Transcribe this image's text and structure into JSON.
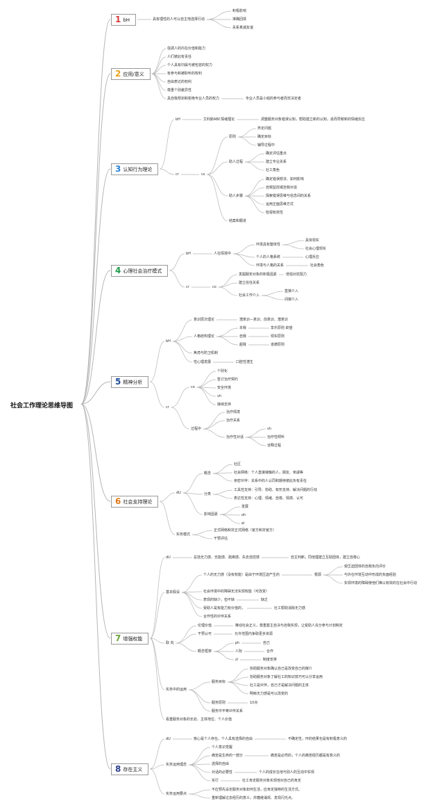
{
  "title": "社会工作理论思维导图",
  "colors": {
    "link": "#b5b5b5",
    "num1": "#d63a3a",
    "num2": "#e9a21a",
    "num3": "#2b86d6",
    "num4": "#1f9a4a",
    "num5": "#1d4c96",
    "num6": "#e07a18",
    "num7": "#6aa53a",
    "num8": "#2a3f8a"
  },
  "topics": [
    {
      "num": "1",
      "label": "bH"
    },
    {
      "num": "2",
      "label": "应用/意义"
    },
    {
      "num": "3",
      "label": "认知行为理论"
    },
    {
      "num": "4",
      "label": "心理社会治疗模式"
    },
    {
      "num": "5",
      "label": "精神分析"
    },
    {
      "num": "6",
      "label": "社会支持理论"
    },
    {
      "num": "7",
      "label": "增强权能"
    },
    {
      "num": "8",
      "label": "存在主义"
    }
  ],
  "nodes": {
    "b1": {
      "main": "具有理性的人可以自主地选择行动",
      "c1": "积极影响",
      "c2": "准确回馈",
      "c3": "关系真诚友谊"
    },
    "b2": {
      "items": [
        "强调人的内在价值和能力",
        "人们彼此有责任",
        "个人具有归属与被包容的权力",
        "有参与和被聆听的权利",
        "自由表达的权利",
        "尊重个别差异性",
        "具自我规划和拒绝专业人员的权力"
      ],
      "extra": "专业人员是小组的参与者而非决定者"
    },
    "b3": {
      "bh": "bH",
      "bh_a": "艾利斯ABC情绪理论",
      "bh_b": "调整服务对象错误认知，帮助建立新的认知，进而导致新的情绪反应",
      "cr": "cr",
      "cs": "cs",
      "principle": "原则",
      "p": [
        "界定问题",
        "确定目标",
        "辅导过程中"
      ],
      "help": "助人过程",
      "h": [
        "确定评估重点",
        "建立专业关系",
        "社工角色"
      ],
      "steps": "助人步骤",
      "s": [
        "确定错误想法、如何影响",
        "自我监控或自我对话",
        "探索错误思维与信念间的关系",
        "运用正面思维方式",
        "检视有效性"
      ],
      "end": "结案和跟进"
    },
    "b4": {
      "bh": "bH",
      "pis": "人在情境中",
      "env": "环境具有整体性",
      "env1": "具体现实",
      "env2": "社会心理现实",
      "ind": "个人的人格系统",
      "ind1": "心理反应",
      "rel": "环境与人格的关系",
      "rel1": "社会角色",
      "cr": "cr",
      "co": "co",
      "c1": "发掘服务对象的积极因素",
      "c1a": "增强对抗阻力",
      "c2": "建立信任关系",
      "c3": "社会工作介入",
      "c3a": "直接介入",
      "c3b": "间接介入"
    },
    "b5": {
      "bh": "bH",
      "l1": "意识层次理论",
      "l1a": "潜意识—意识、前意识、潜意识",
      "l2": "人格结构理论",
      "benw": "本我",
      "benw2": "享乐原则 欲望",
      "ziw": "自我",
      "ziw2": "现实原则",
      "chw": "超我",
      "chw2": "道德原则",
      "l3": "焦虑与防卫机制",
      "l4": "性心理发展",
      "l4a": "口腔性潜生",
      "cr": "cr",
      "co": "co",
      "co_items": [
        "个别化",
        "签订治疗契约",
        "安全环境",
        "vh",
        "接纳支持"
      ],
      "proc": "过程中",
      "pr1": "治疗情境",
      "pr2": "治疗关系",
      "pr3": "治疗性对话",
      "pr3_items": [
        "vh",
        "治疗性倾听",
        "诠释过程"
      ]
    },
    "b6": {
      "du": "dU",
      "concept": "概念",
      "c": [
        "社区",
        "社会网络：个人直接接触的人，朋友、亲戚等",
        "亲密伙伴：关系中的人认同和期待彼此负有责任"
      ],
      "cls": "分类",
      "cl": [
        "工具性支持：引导、协助、有形支持、解决问题的行动",
        "表达性支持：心理、情绪、自尊、情感、认可"
      ],
      "fac": "影响因素",
      "f": [
        "发展",
        "oh",
        "el"
      ],
      "mode": "实务模式",
      "m": [
        "正式网络和非正式网络（官方和非官方）",
        "干预评估"
      ]
    },
    "b7": {
      "du": "dU",
      "du_a": "总括无力感、无能感、疏离感、失去自控感",
      "du_b": "自主判断，同他理建立互助团体，建立自尊心",
      "basic": "基本假设",
      "ip": "个人的无力感（没有权能）是由于环境压迫产生的",
      "src": "根源",
      "src_items": [
        "受压迫团体的自我负向评价",
        "与外在环境互动中形成的负面经验",
        "实现环境的障碍使他们难以有效的在社会中行动"
      ],
      "ba": [
        "社会环境中的障碍无法实现权能（可改变）",
        "表现的缺少，但不缺",
        "受助人是有能力有价值的，",
        "合作性的伙伴关系"
      ],
      "ba2a": "缺乏",
      "ba3a": "社工帮助消除无力感",
      "dir": "取 向",
      "d1": "伦理价值",
      "d1a": "推动社会正义，尊重案主自决与自我实现，让受助人充分参与计划制定",
      "d2": "干预认可",
      "d2a": "允许范围内争取更多资源",
      "d3": "概念框架",
      "d3_ph": "ph",
      "d3_ph_a": "自己",
      "d3_ren": "人际",
      "d3_ren_a": "合作",
      "d3_zl": "zl",
      "d3_zl_a": "制度安排",
      "prac": "实务中的运用",
      "goal": "服务目标",
      "goals": [
        "协助服务对象确认自己是改变自己的媒介",
        "协助服务对象了解社工的知识技巧可以分享运用",
        "社工是伙伴，自己才是解决问题的主体",
        "明晰无力感是可以改变的"
      ],
      "pr": "服务原则",
      "pr_a": "10点",
      "prb": "服务中平等伙伴关系",
      "last": "看重服务对象的长处、主体地位、个人价值"
    },
    "b8": {
      "du": "dU",
      "du_a": "核心是个人存在，个人具有选择的自由",
      "du_b": "不确定性，环的结果也是有积极意义的",
      "idea": "实务运用理念",
      "i": [
        "个人意识觉醒",
        "痛苦是生命的一部分",
        "选择的自由",
        "对话的必要性",
        "实行"
      ],
      "i2a": "痛苦是必然的，个人的痛苦经历都是有意义的",
      "i4a": "个人的成长在他与别人的互动中实现",
      "i5a": "社工肯定服务对象实现他对自己的肯定",
      "key": "实务运用要点",
      "k": [
        "不应预先设定服务对象如何生活，应肯定独特的生活方式。",
        "重新理解过去经历的意义，并糖继涌现、发现闪光点。"
      ]
    }
  }
}
